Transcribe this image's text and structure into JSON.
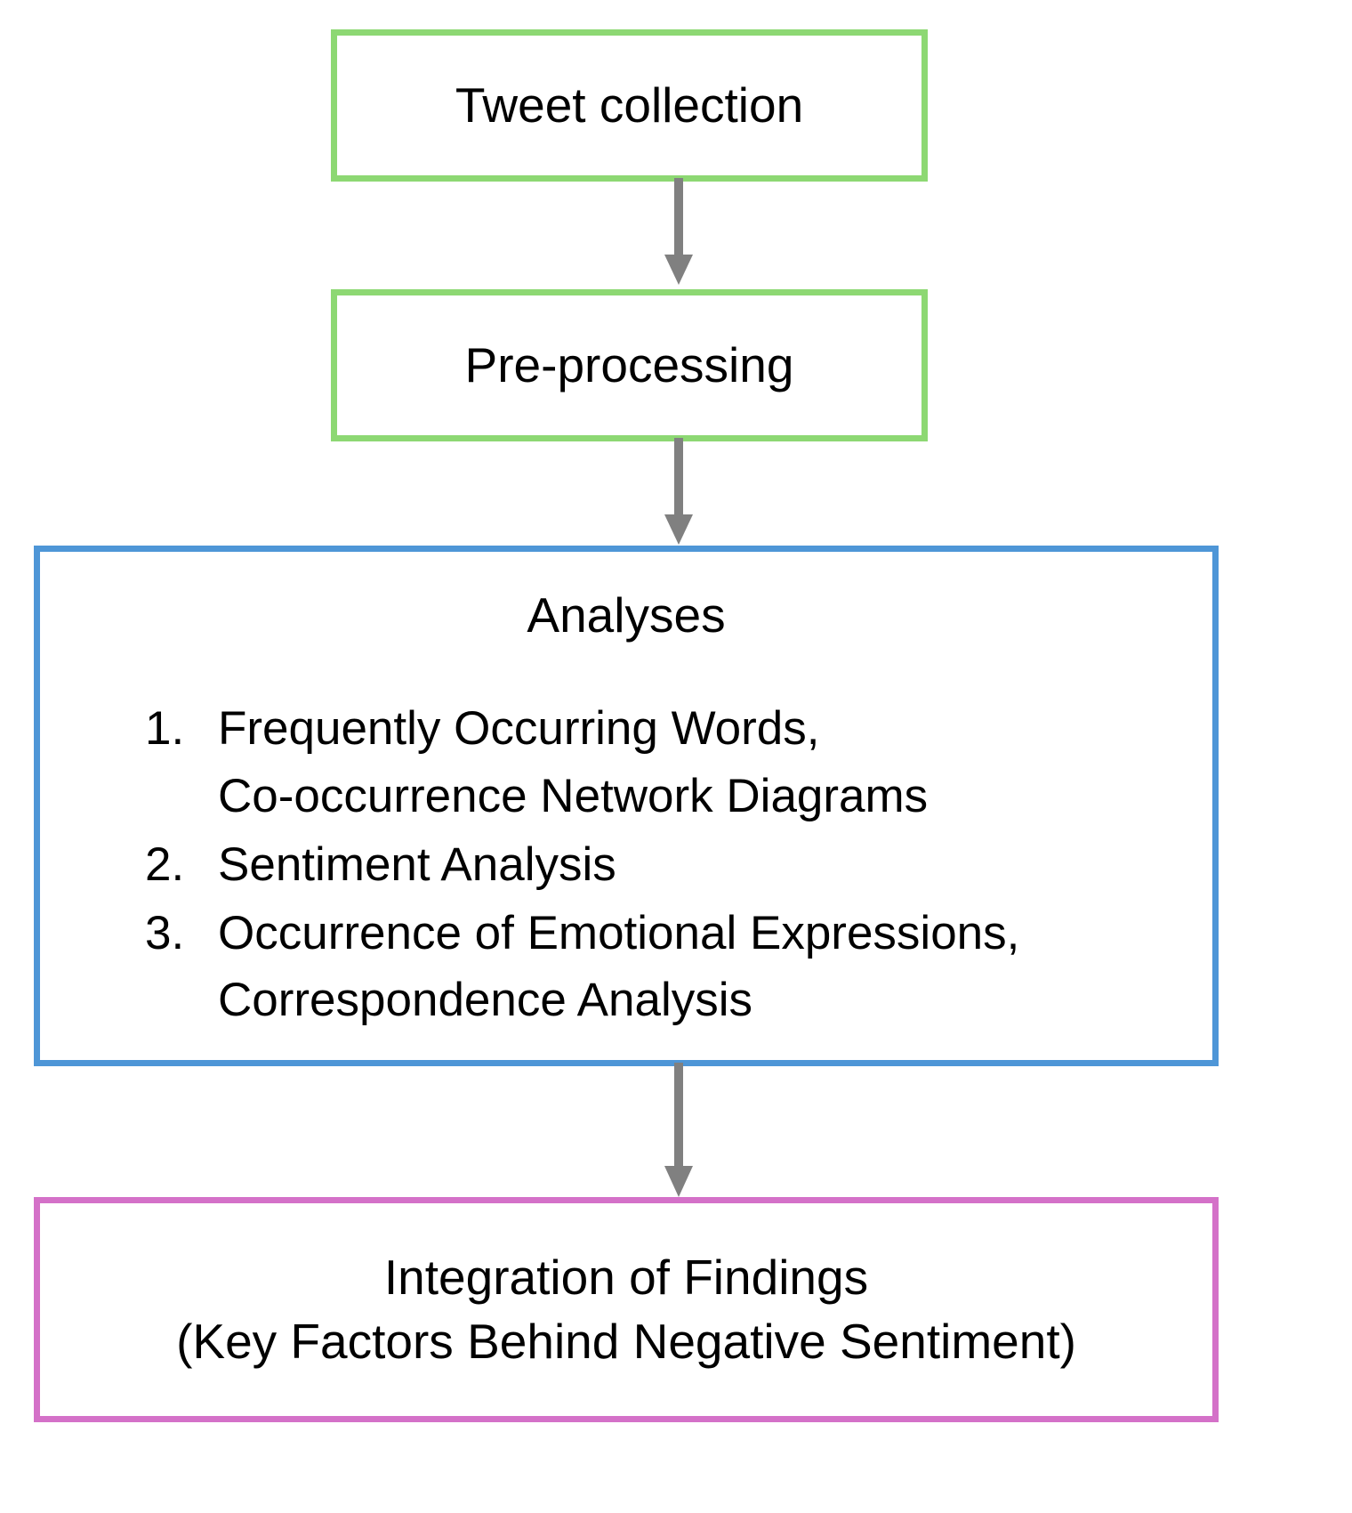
{
  "diagram": {
    "title": "Research workflow flowchart",
    "background_color": "#ffffff",
    "arrow_color": "#808080"
  },
  "nodes": {
    "tweet_collection": {
      "label": "Tweet collection",
      "border_color": "#8dd873"
    },
    "pre_processing": {
      "label": "Pre-processing",
      "border_color": "#8dd873"
    },
    "analyses": {
      "label": "Analyses",
      "border_color": "#4e96d7",
      "items": [
        {
          "number": "1.",
          "text": "Frequently Occurring Words,\nCo-occurrence Network Diagrams"
        },
        {
          "number": "2.",
          "text": "Sentiment Analysis"
        },
        {
          "number": "3.",
          "text": "Occurrence of Emotional Expressions,\nCorrespondence Analysis"
        }
      ]
    },
    "integration": {
      "label": "Integration of Findings\n(Key Factors Behind Negative Sentiment)",
      "border_color": "#d471c8"
    }
  },
  "connectors": [
    {
      "name": "tweet-collection-to-pre-processing"
    },
    {
      "name": "pre-processing-to-analyses"
    },
    {
      "name": "analyses-to-integration"
    }
  ]
}
